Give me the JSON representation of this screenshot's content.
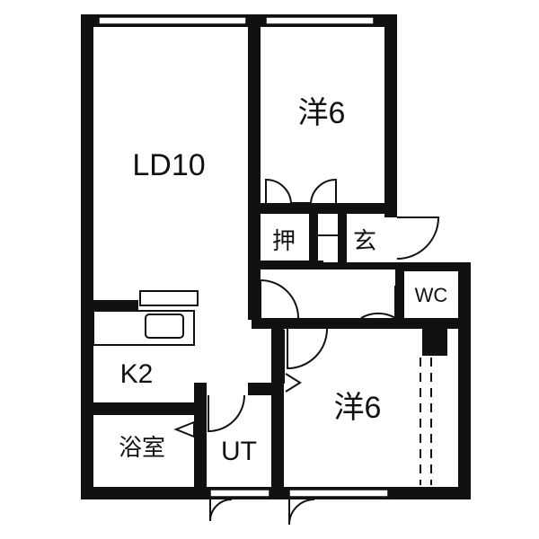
{
  "colors": {
    "wall": "#111111",
    "background": "#ffffff",
    "line": "#111111"
  },
  "rooms": {
    "ld": "LD10",
    "western_north": "洋6",
    "western_south": "洋6",
    "kitchen": "K2",
    "closet": "押",
    "entrance": "玄",
    "wc": "WC",
    "bath": "浴室",
    "utility": "UT"
  }
}
